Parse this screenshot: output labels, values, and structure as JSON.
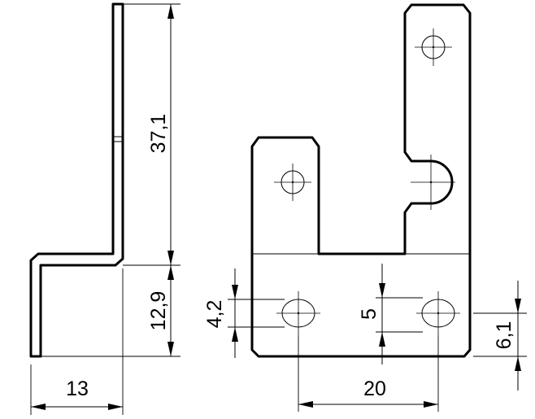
{
  "dimensions": {
    "side_height_upper": "37,1",
    "side_height_lower": "12,9",
    "side_width": "13",
    "hole_diameter": "4,2",
    "hole_spacing_vertical": "5",
    "hole_height_from_bottom": "6,1",
    "hole_spacing_horizontal": "20"
  }
}
